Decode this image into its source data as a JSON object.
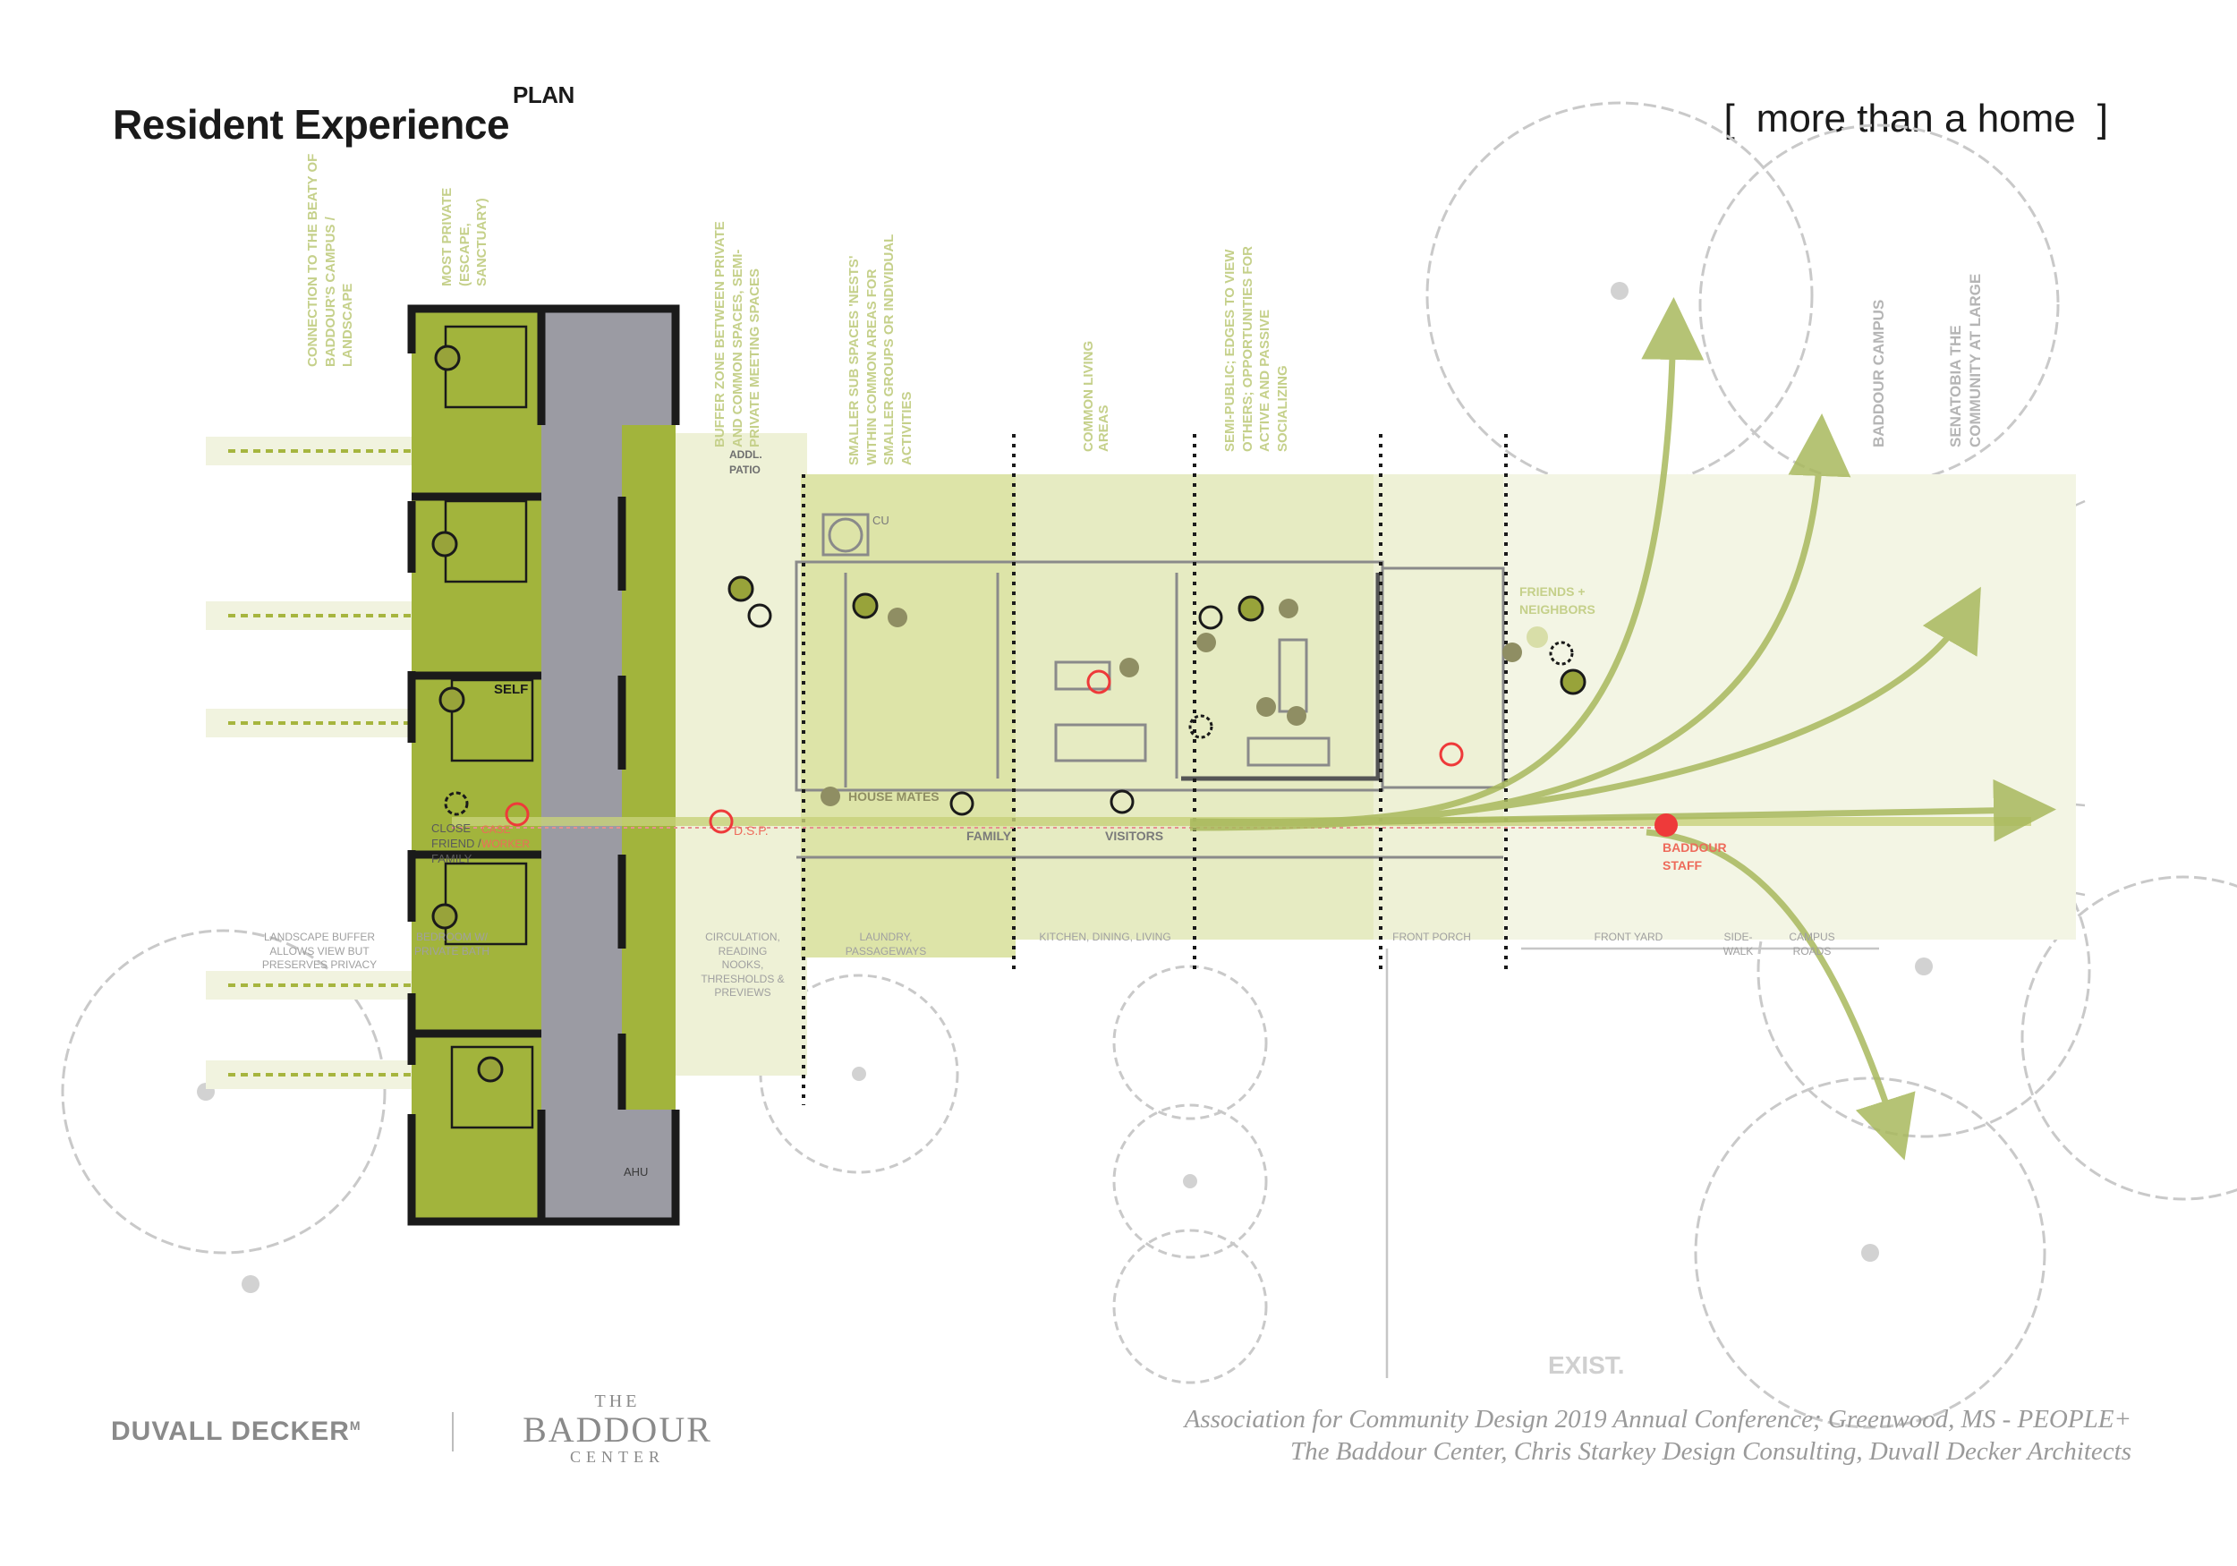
{
  "header": {
    "title": "Resident Experience",
    "title_sup": "PLAN",
    "tagline": "more than a home",
    "bracket_open": "[",
    "bracket_close": "]"
  },
  "zones": {
    "connection": "CONNECTION TO THE BEATY OF BADDOUR'S CAMPUS / LANDSCAPE",
    "most_private": "MOST PRIVATE (ESCAPE, SANCTUARY)",
    "buffer": "BUFFER ZONE BETWEEN PRIVATE AND COMMON SPACES, SEMI-PRIVATE MEETING SPACES",
    "smaller": "SMALLER SUB SPACES 'NESTS' WITHIN COMMON AREAS FOR SMALLER GROUPS OR INDIVIDUAL ACTIVITIES",
    "common": "COMMON LIVING AREAS",
    "semi_public": "SEMI-PUBLIC; EDGES TO VIEW OTHERS; OPPORTUNITIES FOR ACTIVE AND PASSIVE SOCIALIZING",
    "campus": "BADDOUR CAMPUS",
    "senatobia": "SENATOBIA THE COMMUNITY AT LARGE"
  },
  "bottom_labels": {
    "landscape": "LANDSCAPE BUFFER ALLOWS VIEW BUT PRESERVES PRIVACY",
    "bedroom": "BEDROOM W/ PRIVATE BATH",
    "circulation": "CIRCULATION, READING NOOKS, THRESHOLDS & PREVIEWS",
    "laundry": "LAUNDRY, PASSAGEWAYS",
    "kitchen": "KITCHEN, DINING, LIVING",
    "porch": "FRONT PORCH",
    "yard": "FRONT YARD",
    "sidewalk": "SIDE-WALK",
    "roads": "CAMPUS ROADS"
  },
  "people": {
    "self": "SELF",
    "close": "CLOSE FRIEND / FAMILY",
    "case": "CASE WORKER",
    "dsp": "D.S.P.",
    "housemates": "HOUSE MATES",
    "family": "FAMILY",
    "visitors": "VISITORS",
    "friends": "FRIENDS + NEIGHBORS",
    "staff": "BADDOUR STAFF"
  },
  "plan_labels": {
    "patio": "ADDL. PATIO",
    "cu": "CU",
    "ahu": "AHU",
    "exist": "EXIST."
  },
  "footer": {
    "firm": "DUVALL DECKER",
    "firm_mark": "M",
    "logo_the": "THE",
    "logo_main": "BADDOUR",
    "logo_center": "CENTER",
    "credit_line1": "Association for Community Design 2019 Annual Conference; Greenwood, MS - PEOPLE+",
    "credit_line2": "The Baddour Center, Chris Starkey Design Consulting, Duvall Decker Architects"
  },
  "colors": {
    "bedroom_green": "#a2b43c",
    "bath_gray": "#9b9ba3",
    "zone_light": "#e3e8b8",
    "zone_lighter": "#eef1d6",
    "arrow_green": "#a9b95d",
    "person_dark": "#98a33a",
    "person_olive": "#8f8e63",
    "staff_red": "#ee3a3a",
    "label_green": "#c5d08a",
    "line_gray": "#9a9a9a"
  }
}
